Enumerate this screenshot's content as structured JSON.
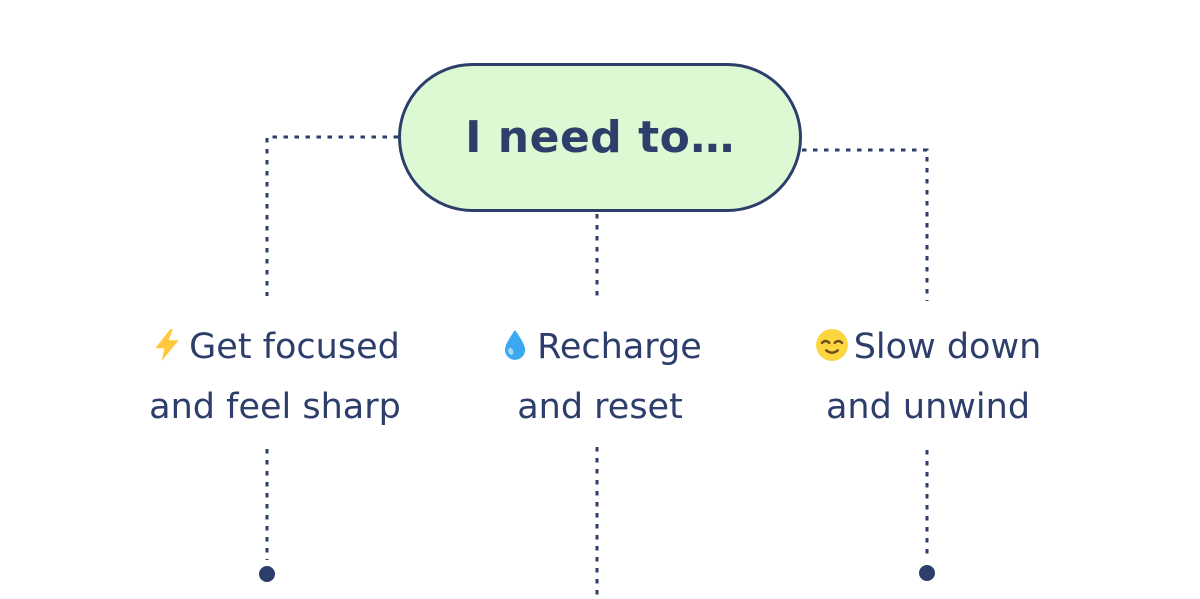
{
  "diagram": {
    "title_node": {
      "label": "I need to…"
    },
    "options": [
      {
        "id": "focus",
        "icon": "lightning-emoji",
        "line1": "Get focused",
        "line2": "and feel sharp"
      },
      {
        "id": "recharge",
        "icon": "droplet-emoji",
        "line1": "Recharge",
        "line2": "and reset"
      },
      {
        "id": "unwind",
        "icon": "relieved-face-emoji",
        "line1": "Slow down",
        "line2": "and unwind"
      }
    ],
    "colors": {
      "node_fill": "#dcf9d4",
      "node_border": "#2d3e6b",
      "text": "#2d3e6b",
      "line": "#2d3e6b",
      "dot": "#2d3e6b"
    }
  }
}
